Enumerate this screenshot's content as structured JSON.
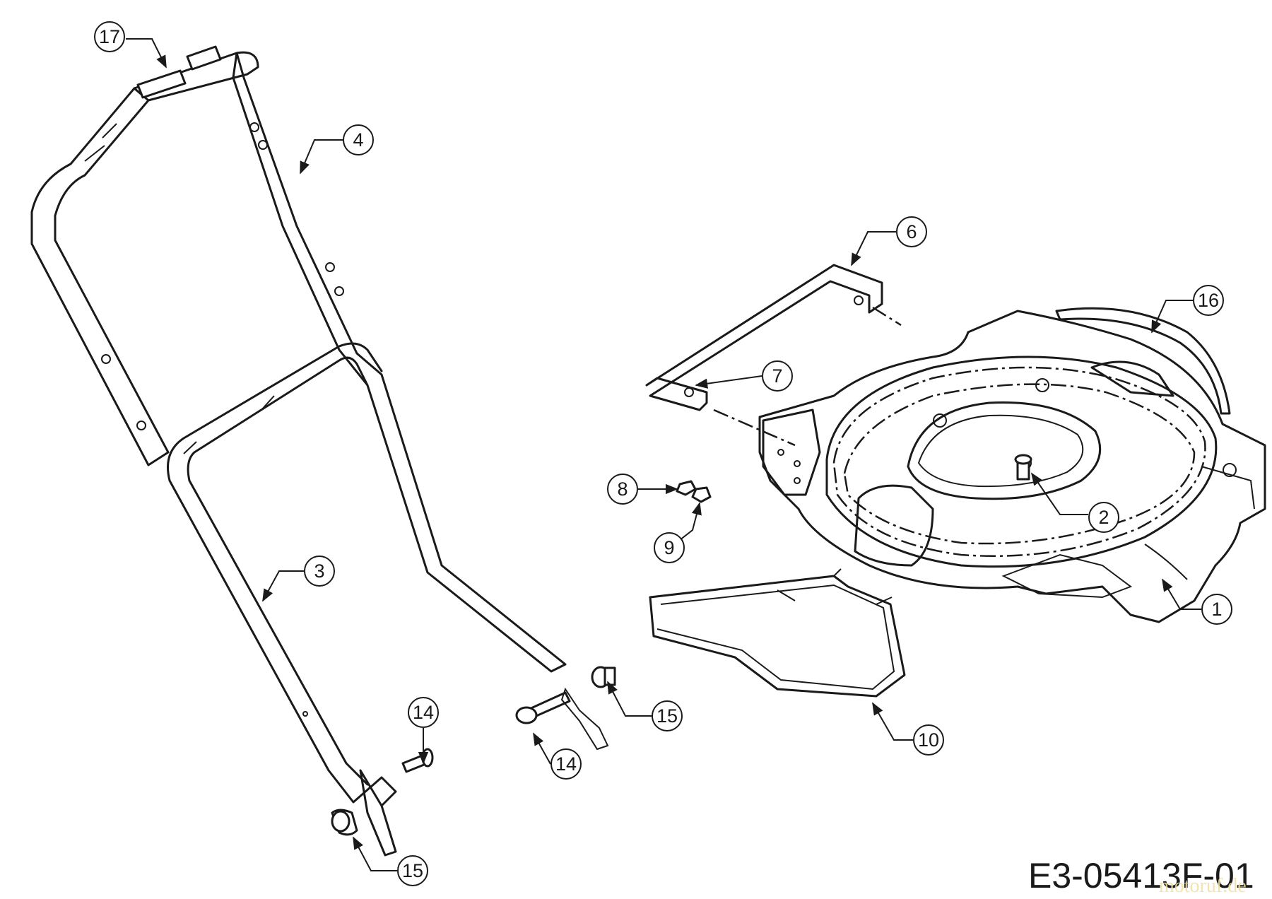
{
  "diagram": {
    "drawing_code": "E3-05413F-01",
    "watermark": "motoruf.de",
    "callouts": [
      {
        "id": "17",
        "label": "17"
      },
      {
        "id": "4",
        "label": "4"
      },
      {
        "id": "6",
        "label": "6"
      },
      {
        "id": "16",
        "label": "16"
      },
      {
        "id": "7",
        "label": "7"
      },
      {
        "id": "8",
        "label": "8"
      },
      {
        "id": "9",
        "label": "9"
      },
      {
        "id": "2",
        "label": "2"
      },
      {
        "id": "3",
        "label": "3"
      },
      {
        "id": "1",
        "label": "1"
      },
      {
        "id": "14a",
        "label": "14"
      },
      {
        "id": "15a",
        "label": "15"
      },
      {
        "id": "14b",
        "label": "14"
      },
      {
        "id": "10",
        "label": "10"
      },
      {
        "id": "15b",
        "label": "15"
      }
    ]
  }
}
